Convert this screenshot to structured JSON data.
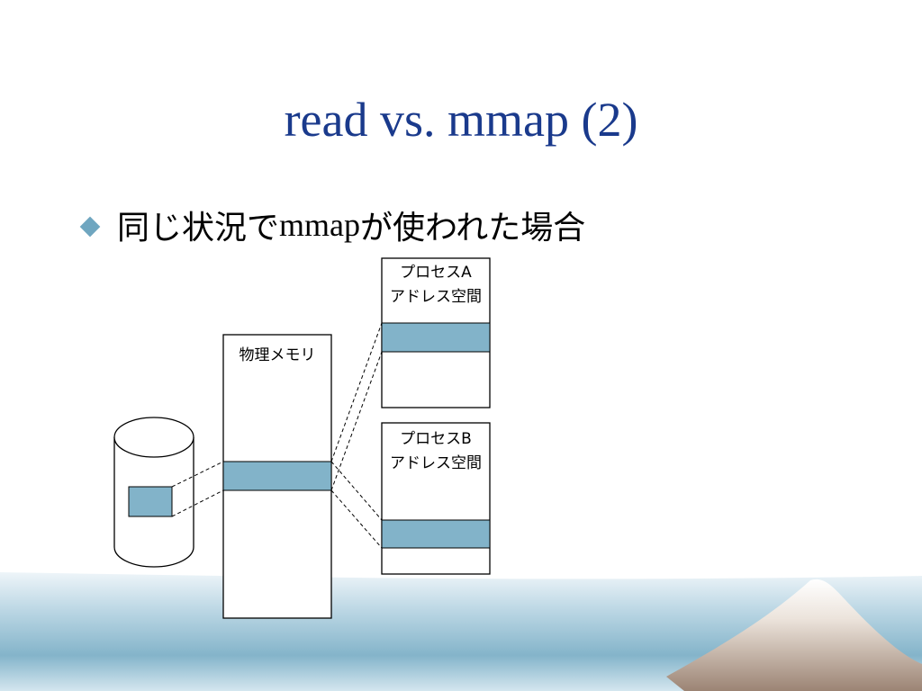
{
  "slide": {
    "title": "read vs. mmap (2)",
    "bullet": {
      "prefix": "同じ状況で",
      "keyword": "mmap",
      "suffix": "が使われた場合"
    }
  },
  "diagram": {
    "physical_memory_label": "物理メモリ",
    "process_a_label_line1": "プロセスA",
    "process_a_label_line2": "アドレス空間",
    "process_b_label_line1": "プロセスB",
    "process_b_label_line2": "アドレス空間"
  },
  "colors": {
    "title": "#1a3a8c",
    "accent_block": "#82b3c9",
    "bullet": "#6fa6c0",
    "wave_light": "#d7e8f0",
    "wave_dark": "#7fb0c8"
  }
}
